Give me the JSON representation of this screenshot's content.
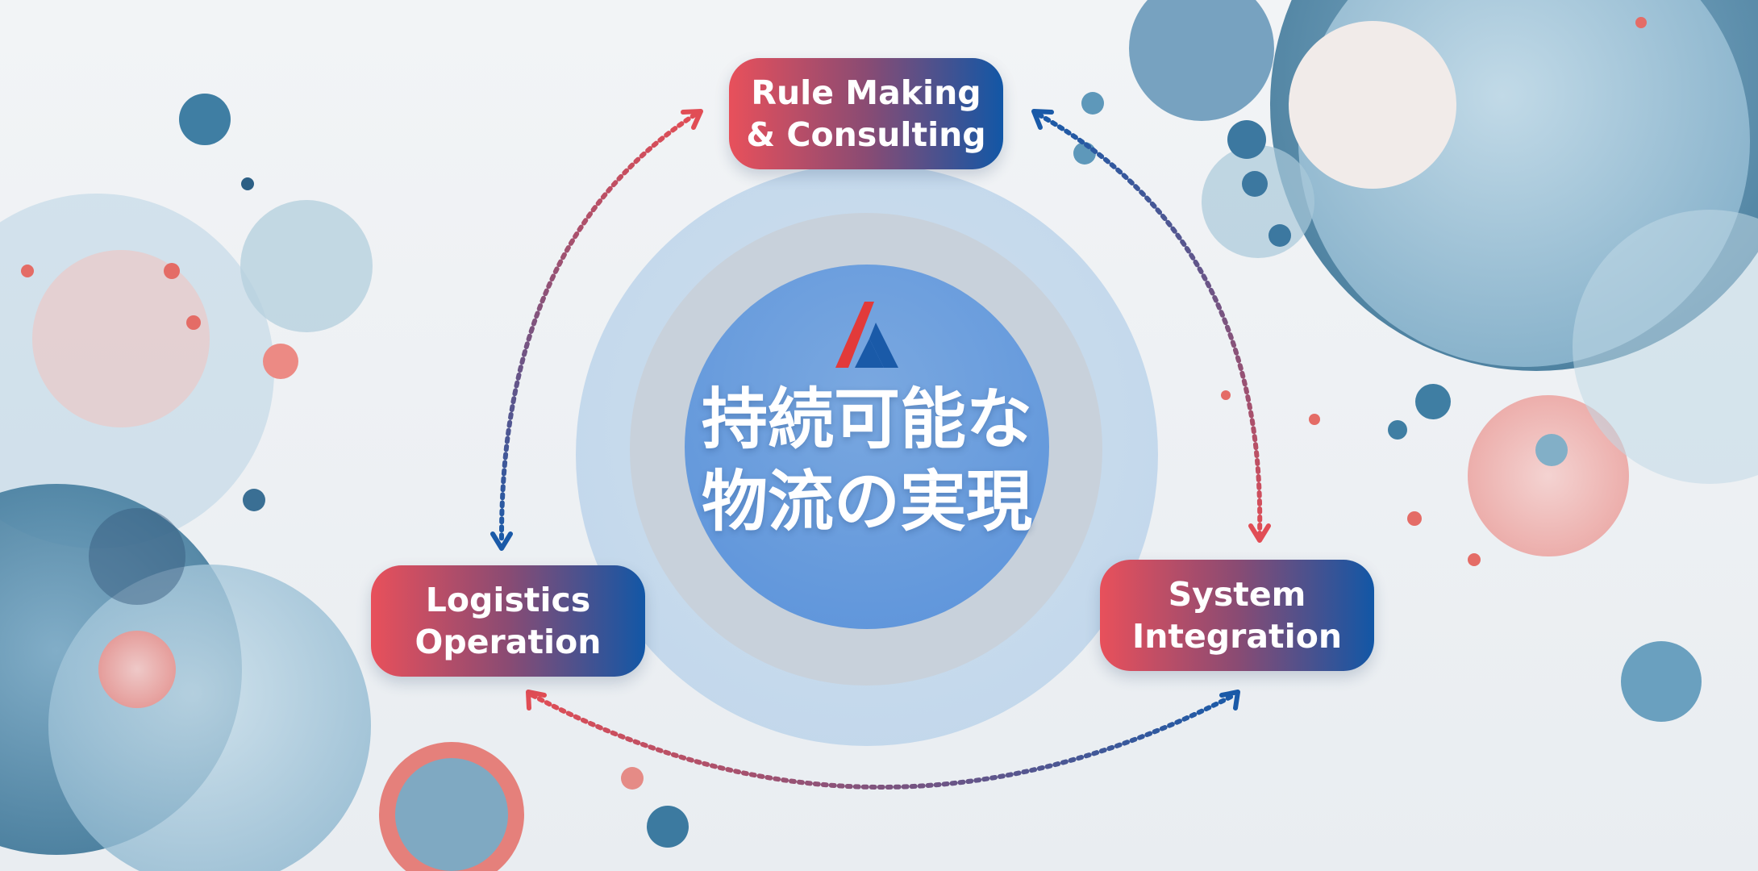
{
  "center": {
    "line1": "持続可能な",
    "line2": "物流の実現",
    "logo_icon": "brand-logo-mark"
  },
  "nodes": {
    "rule_making": {
      "line1": "Rule Making",
      "line2": "& Consulting"
    },
    "system_integration": {
      "line1": "System",
      "line2": "Integration"
    },
    "logistics_operation": {
      "line1": "Logistics",
      "line2": "Operation"
    }
  },
  "colors": {
    "gradient_red": "#e8505b",
    "gradient_blue": "#1257a6",
    "core_blue": "#5a92da",
    "arrow_red": "#e14d55",
    "arrow_blue": "#1a5aa8"
  }
}
